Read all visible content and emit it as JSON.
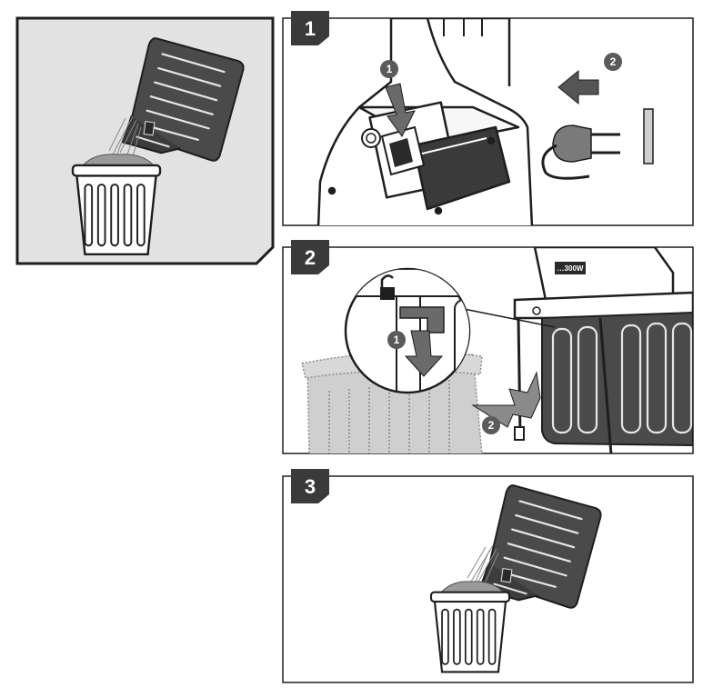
{
  "overview": {
    "icon": "bin-emptying-overview-icon"
  },
  "steps": [
    {
      "number": "1",
      "sub_steps": [
        "1",
        "2"
      ],
      "icons": [
        "power-switch-icon",
        "unplug-icon"
      ]
    },
    {
      "number": "2",
      "sub_steps": [
        "1",
        "2"
      ],
      "icons": [
        "unlock-icon",
        "collection-bin-icon"
      ],
      "motor_label": "…300W"
    },
    {
      "number": "3",
      "icons": [
        "bin-emptying-icon"
      ]
    }
  ],
  "colors": {
    "frame": "#1e1e1e",
    "overview_bg": "#e2e2e2",
    "badge": "#3a3a3a",
    "bin": "#4a4a4a"
  }
}
